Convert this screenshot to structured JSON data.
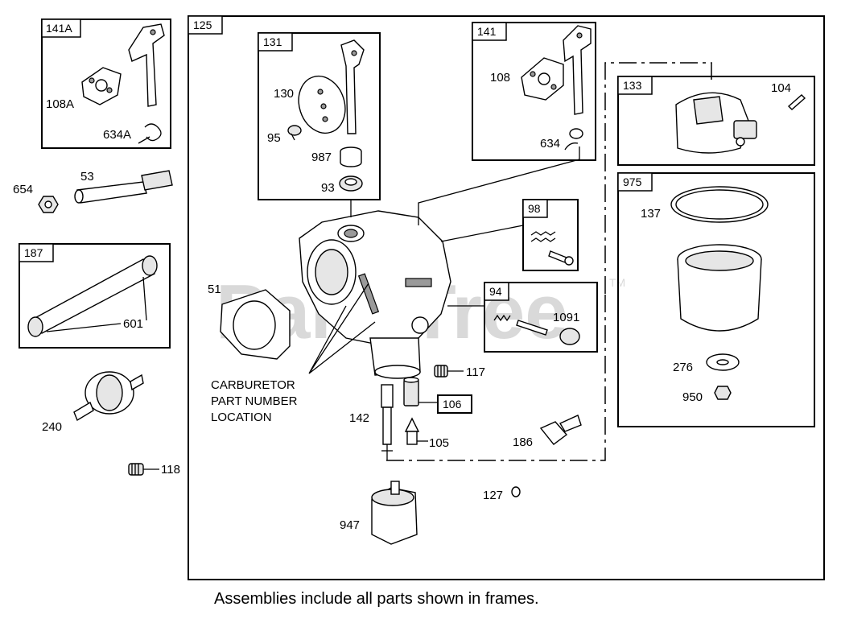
{
  "watermark": {
    "text": "PartsTree",
    "trademark": "TM"
  },
  "footer": {
    "note": "Assemblies include all parts shown in frames."
  },
  "frames": {
    "f141A": "141A",
    "f125": "125",
    "f131": "131",
    "f141": "141",
    "f133": "133",
    "f975": "975",
    "f187": "187",
    "f98": "98",
    "f94": "94",
    "f106": "106"
  },
  "parts": {
    "p108A": "108A",
    "p634A": "634A",
    "p654": "654",
    "p53": "53",
    "p601": "601",
    "p240": "240",
    "p118": "118",
    "p130": "130",
    "p95": "95",
    "p987": "987",
    "p93": "93",
    "p108": "108",
    "p634": "634",
    "p104": "104",
    "p137": "137",
    "p276": "276",
    "p950": "950",
    "p51": "51",
    "p1091": "1091",
    "p117": "117",
    "p142": "142",
    "p105": "105",
    "p186": "186",
    "p127": "127",
    "p947": "947"
  },
  "callout": {
    "line1": "CARBURETOR",
    "line2": "PART NUMBER",
    "line3": "LOCATION"
  }
}
